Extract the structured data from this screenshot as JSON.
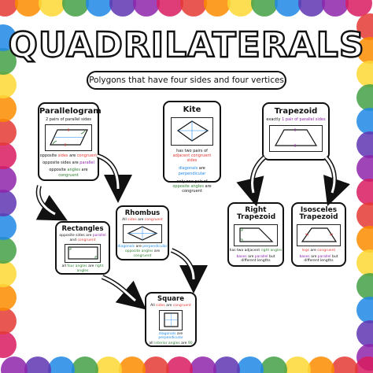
{
  "title": "QUADRILATERALS",
  "subtitle": "Polygons that have four sides and four vertices",
  "colors": {
    "red": "#e53935",
    "purple": "#8e24aa",
    "blue": "#1e88e5",
    "green": "#2e7d32",
    "orange": "#f57c00"
  },
  "parallelogram": {
    "title": "Parallelogram",
    "line1": [
      {
        "t": "2 pairs of parallel sides",
        "c": ""
      }
    ],
    "line2": [
      {
        "t": "opposite ",
        "c": ""
      },
      {
        "t": "sides",
        "c": "red"
      },
      {
        "t": " are ",
        "c": ""
      },
      {
        "t": "congruent",
        "c": "red"
      }
    ],
    "line3": [
      {
        "t": "opposite sides are ",
        "c": ""
      },
      {
        "t": "parallel",
        "c": "purple"
      }
    ],
    "line4": [
      {
        "t": "opposite ",
        "c": ""
      },
      {
        "t": "angles",
        "c": "green"
      },
      {
        "t": " are ",
        "c": ""
      },
      {
        "t": "congruent",
        "c": "green"
      }
    ]
  },
  "kite": {
    "title": "Kite",
    "line1": [
      {
        "t": "has two pairs of ",
        "c": ""
      },
      {
        "t": "adjacent congruent sides",
        "c": "red"
      }
    ],
    "line2": [
      {
        "t": "diagonals",
        "c": "blue"
      },
      {
        "t": " are ",
        "c": ""
      },
      {
        "t": "perpendicular",
        "c": "blue"
      }
    ],
    "line3": [
      {
        "t": "only one pair of ",
        "c": ""
      },
      {
        "t": "opposite angles",
        "c": "green"
      },
      {
        "t": " are congruent",
        "c": ""
      }
    ]
  },
  "trapezoid": {
    "title": "Trapezoid",
    "line1": [
      {
        "t": "exactly ",
        "c": ""
      },
      {
        "t": "1 pair of parallel sides",
        "c": "purple"
      }
    ]
  },
  "rectangles": {
    "title": "Rectangles",
    "line1": [
      {
        "t": "opposite sides are ",
        "c": ""
      },
      {
        "t": "parallel",
        "c": "purple"
      },
      {
        "t": " and ",
        "c": ""
      },
      {
        "t": "congruent",
        "c": "red"
      }
    ],
    "line2": [
      {
        "t": "all ",
        "c": ""
      },
      {
        "t": "four angles",
        "c": "green"
      },
      {
        "t": " are ",
        "c": ""
      },
      {
        "t": "right angles",
        "c": "green"
      }
    ]
  },
  "rhombus": {
    "title": "Rhombus",
    "line1": [
      {
        "t": "All ",
        "c": ""
      },
      {
        "t": "sides",
        "c": "red"
      },
      {
        "t": " are ",
        "c": ""
      },
      {
        "t": "congruent",
        "c": "red"
      }
    ],
    "line2": [
      {
        "t": "diagonals",
        "c": "blue"
      },
      {
        "t": " are ",
        "c": ""
      },
      {
        "t": "perpendicular",
        "c": "blue"
      }
    ],
    "line3": [
      {
        "t": "opposite angles",
        "c": "green"
      },
      {
        "t": " are ",
        "c": ""
      },
      {
        "t": "congruent",
        "c": "green"
      }
    ]
  },
  "square": {
    "title": "Square",
    "line1": [
      {
        "t": "All ",
        "c": ""
      },
      {
        "t": "sides",
        "c": "red"
      },
      {
        "t": " are ",
        "c": ""
      },
      {
        "t": "congruent",
        "c": "red"
      }
    ],
    "line2": [
      {
        "t": "diagonals",
        "c": "blue"
      },
      {
        "t": " are ",
        "c": ""
      },
      {
        "t": "perpendicular",
        "c": "blue"
      }
    ],
    "line3": [
      {
        "t": "all ",
        "c": ""
      },
      {
        "t": "interior angles",
        "c": "green"
      },
      {
        "t": " are ",
        "c": ""
      },
      {
        "t": "90",
        "c": "green"
      }
    ]
  },
  "right_trapezoid": {
    "title": "Right Trapezoid",
    "line1": [
      {
        "t": "has two adjacent ",
        "c": ""
      },
      {
        "t": "right angles",
        "c": "green"
      }
    ],
    "line2": [
      {
        "t": "bases",
        "c": "purple"
      },
      {
        "t": " are ",
        "c": ""
      },
      {
        "t": "parallel",
        "c": "purple"
      },
      {
        "t": " but different lengths",
        "c": ""
      }
    ]
  },
  "isosceles_trapezoid": {
    "title": "Isosceles Trapezoid",
    "line1": [
      {
        "t": "legs",
        "c": "red"
      },
      {
        "t": " are ",
        "c": ""
      },
      {
        "t": "congruent",
        "c": "red"
      }
    ],
    "line2": [
      {
        "t": "bases",
        "c": "purple"
      },
      {
        "t": " are ",
        "c": ""
      },
      {
        "t": "parallel",
        "c": "purple"
      },
      {
        "t": " but different lengths",
        "c": ""
      }
    ]
  }
}
